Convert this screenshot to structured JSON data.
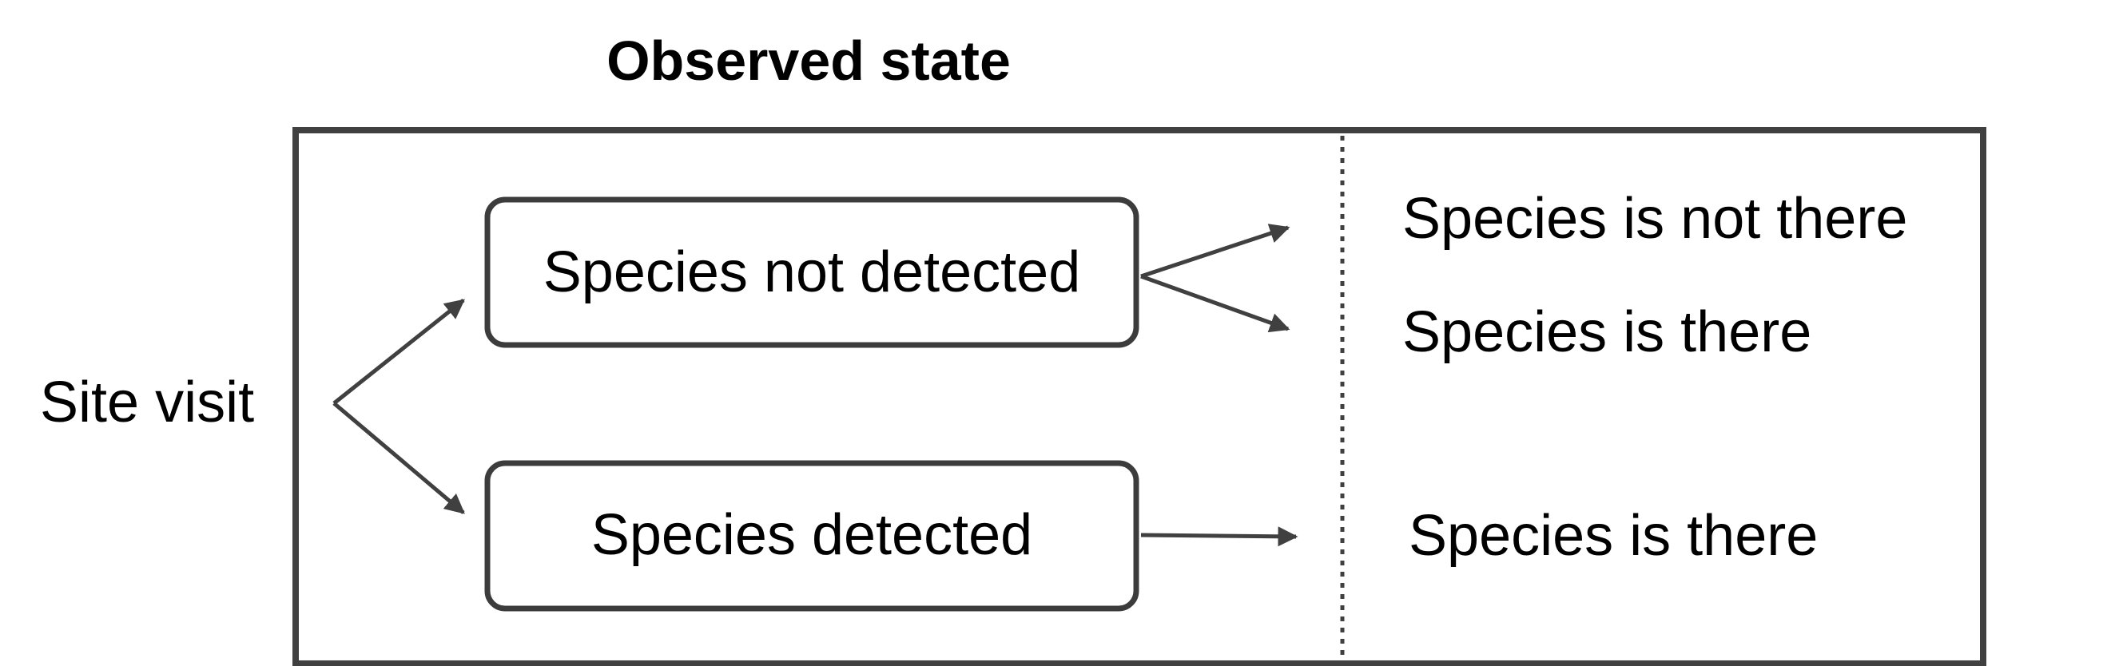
{
  "heading": "Observed state",
  "start_node": "Site visit",
  "boxes": {
    "not_detected": "Species not detected",
    "detected": "Species detected"
  },
  "outcomes": {
    "not_detected_absent": "Species is not there",
    "not_detected_present": "Species is there",
    "detected_present": "Species is there"
  },
  "colors": {
    "line": "#404040",
    "text": "#000000",
    "background": "#ffffff"
  }
}
